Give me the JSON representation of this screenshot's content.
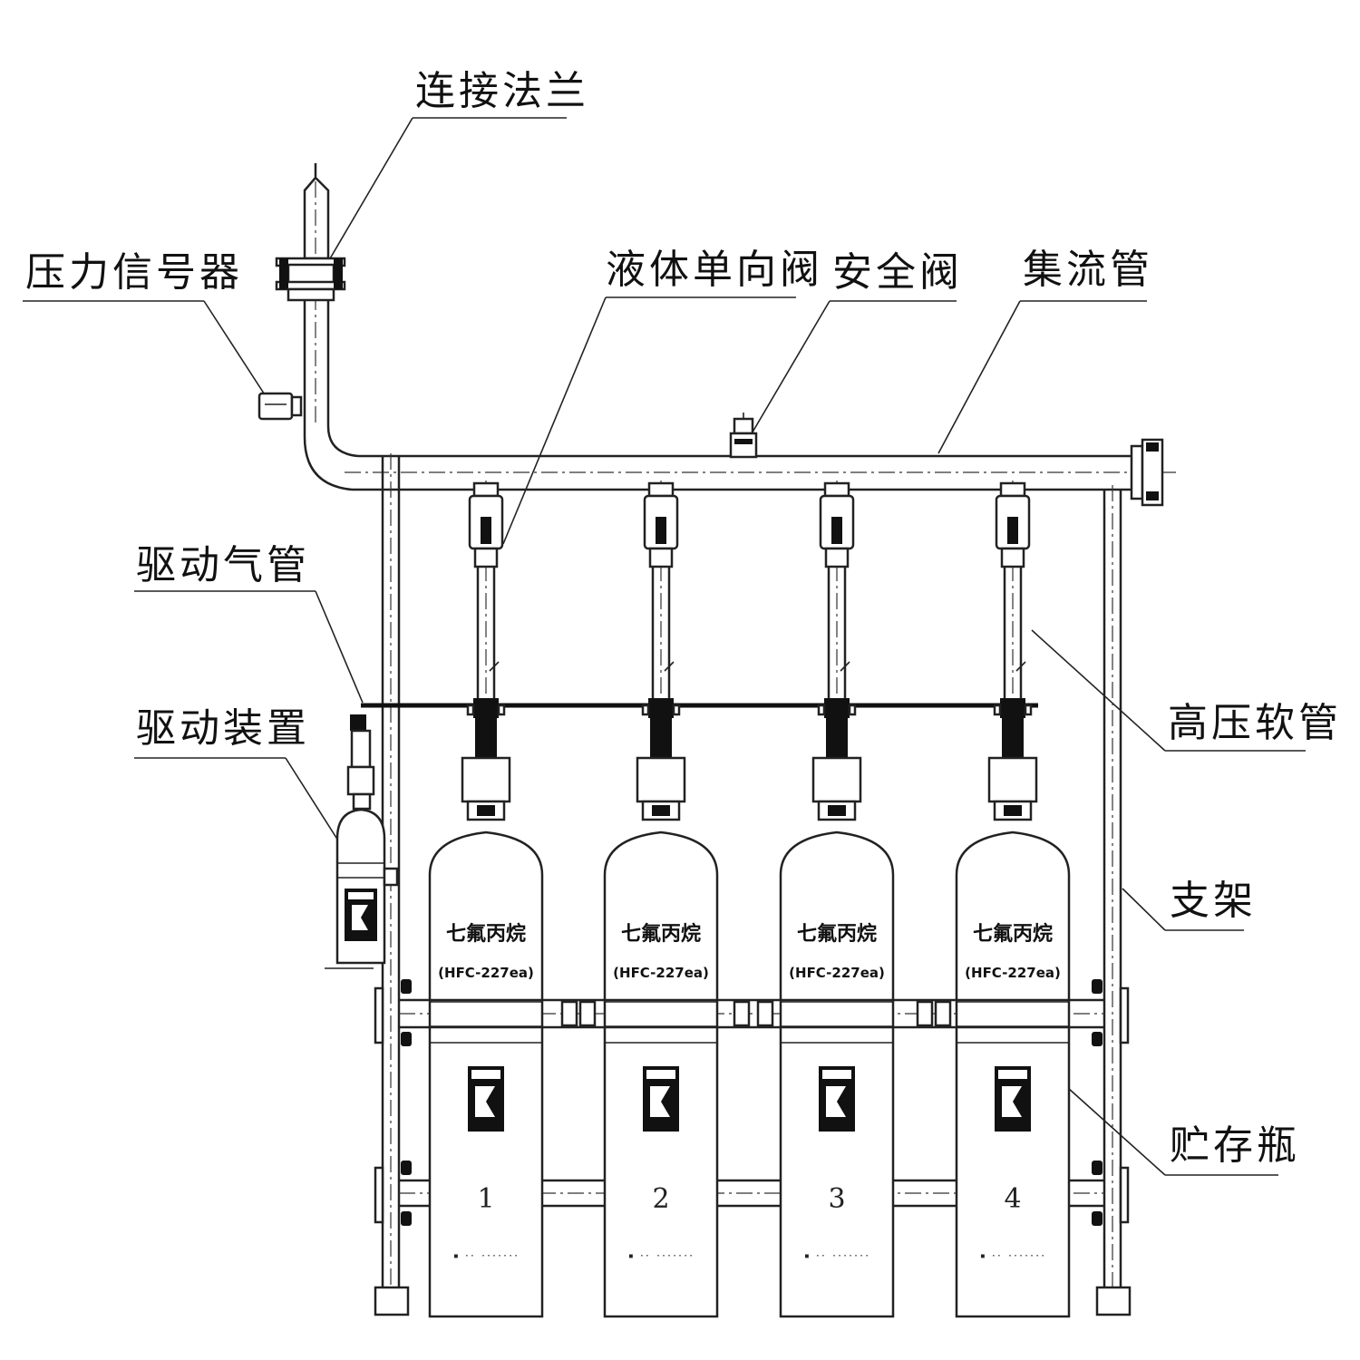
{
  "labels": {
    "lianjie_falan": "连接法兰",
    "yali_xinhaoqi": "压力信号器",
    "yeti_danxiangfa": "液体单向阀",
    "anquanfa": "安全阀",
    "jiliuguan": "集流管",
    "qudong_qiguan": "驱动气管",
    "qudong_zhuangzhi": "驱动装置",
    "gaoya_ruanguan": "高压软管",
    "zhijia": "支架",
    "zhucun_ping": "贮存瓶"
  },
  "cylinders": [
    {
      "number": "1",
      "title": "七氟丙烷",
      "model": "(HFC-227ea)",
      "footer": "▪ ·· ·······"
    },
    {
      "number": "2",
      "title": "七氟丙烷",
      "model": "(HFC-227ea)",
      "footer": "▪ ·· ·······"
    },
    {
      "number": "3",
      "title": "七氟丙烷",
      "model": "(HFC-227ea)",
      "footer": "▪ ·· ·······"
    },
    {
      "number": "4",
      "title": "七氟丙烷",
      "model": "(HFC-227ea)",
      "footer": "▪ ·· ·······"
    }
  ]
}
